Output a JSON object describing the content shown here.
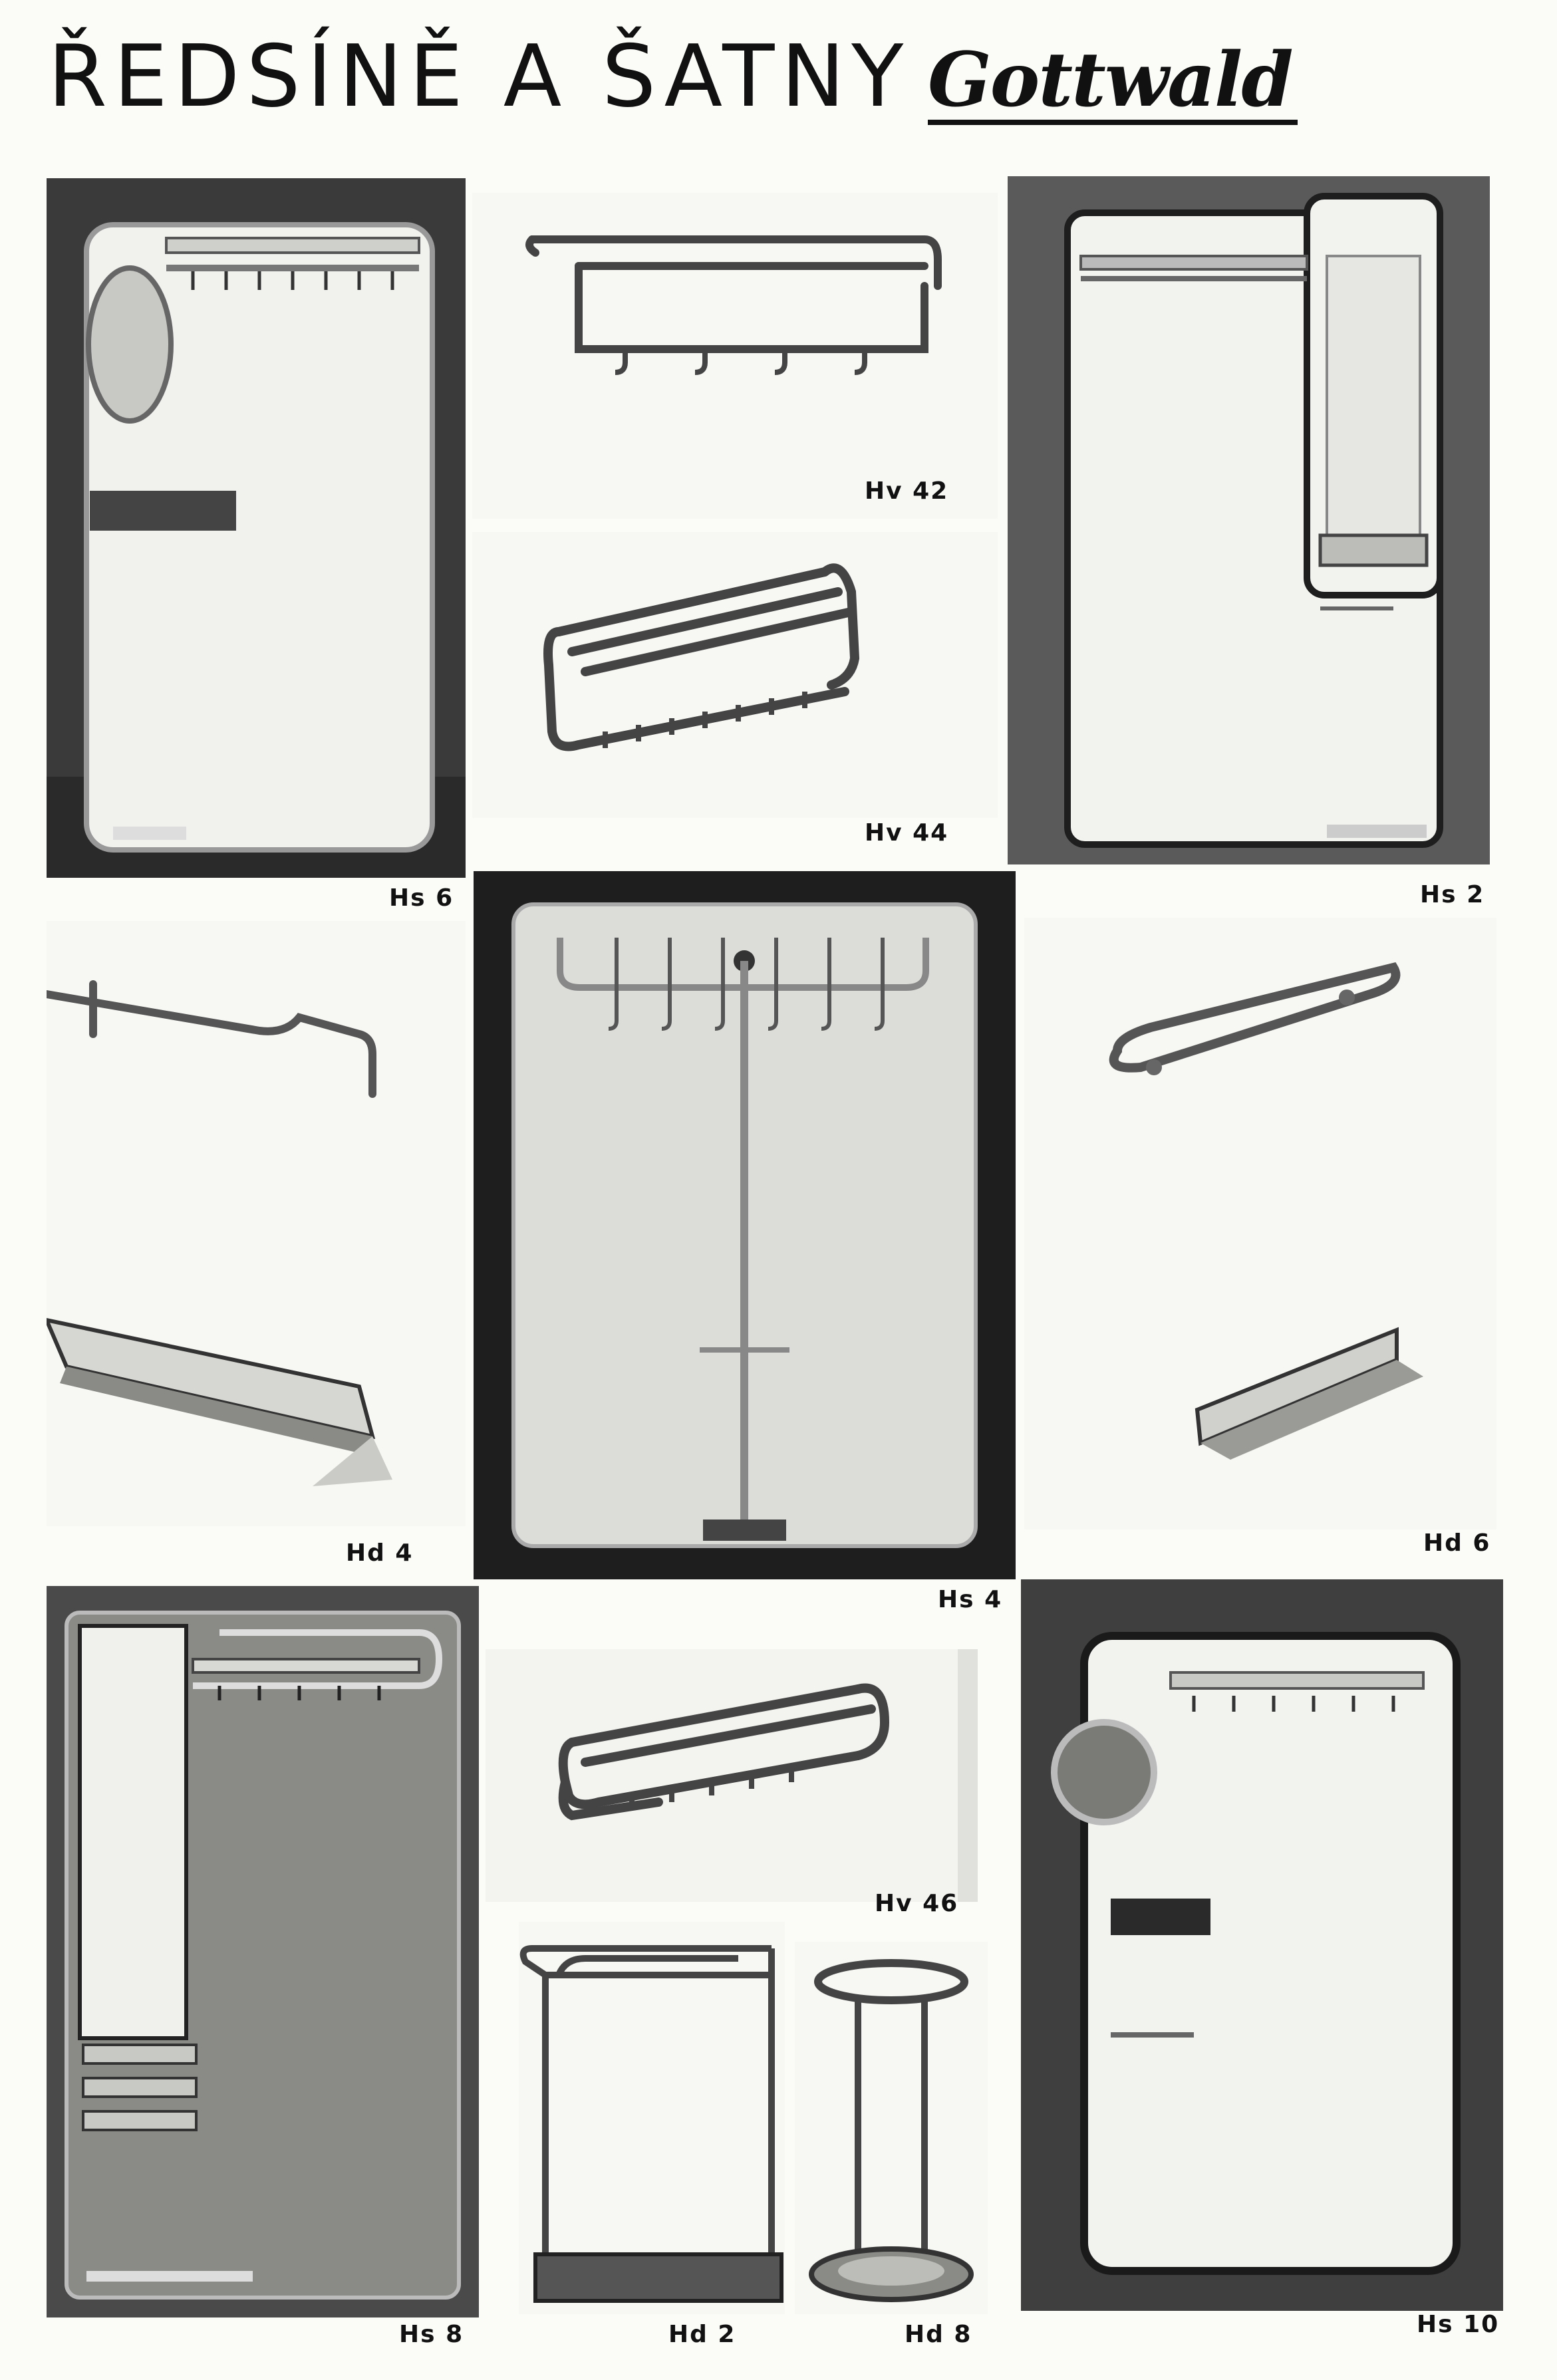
{
  "heading": {
    "title": "ŘEDSÍNĚ A ŠATNY",
    "brand": "Gottwald"
  },
  "products": {
    "hs6": "Hs 6",
    "hv42": "Hv 42",
    "hv44": "Hv 44",
    "hs2": "Hs 2",
    "hd4": "Hd 4",
    "hs4": "Hs 4",
    "hd6": "Hd 6",
    "hs8": "Hs 8",
    "hv46": "Hv 46",
    "hd2": "Hd 2",
    "hd8": "Hd 8",
    "hs10": "Hs 10"
  }
}
